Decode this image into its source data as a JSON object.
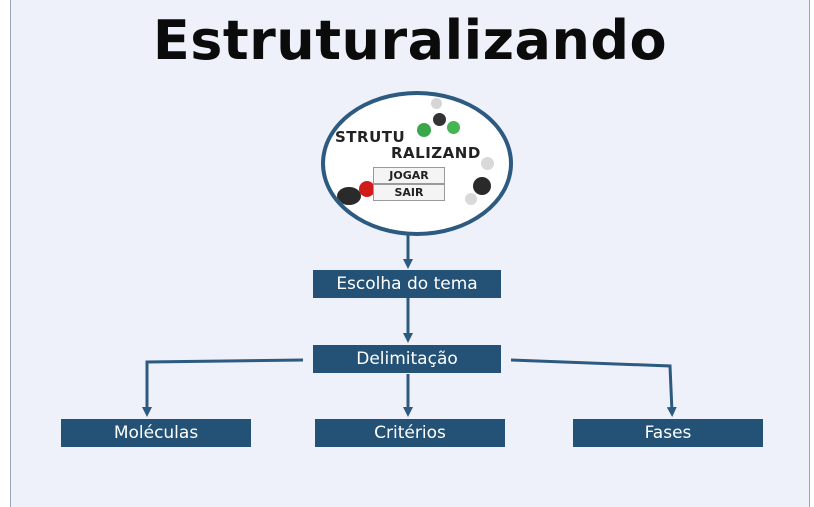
{
  "title": "Estruturalizando",
  "game_preview": {
    "title_line1": "STRUTU",
    "title_line2": "RALIZAND",
    "buttons": [
      "JOGAR",
      "SAIR"
    ]
  },
  "nodes": {
    "topic": "Escolha do tema",
    "delimitation": "Delimitação",
    "children": [
      "Moléculas",
      "Critérios",
      "Fases"
    ]
  },
  "colors": {
    "box": "#245176",
    "arrow": "#2c5a80",
    "background": "#eef1fa"
  }
}
